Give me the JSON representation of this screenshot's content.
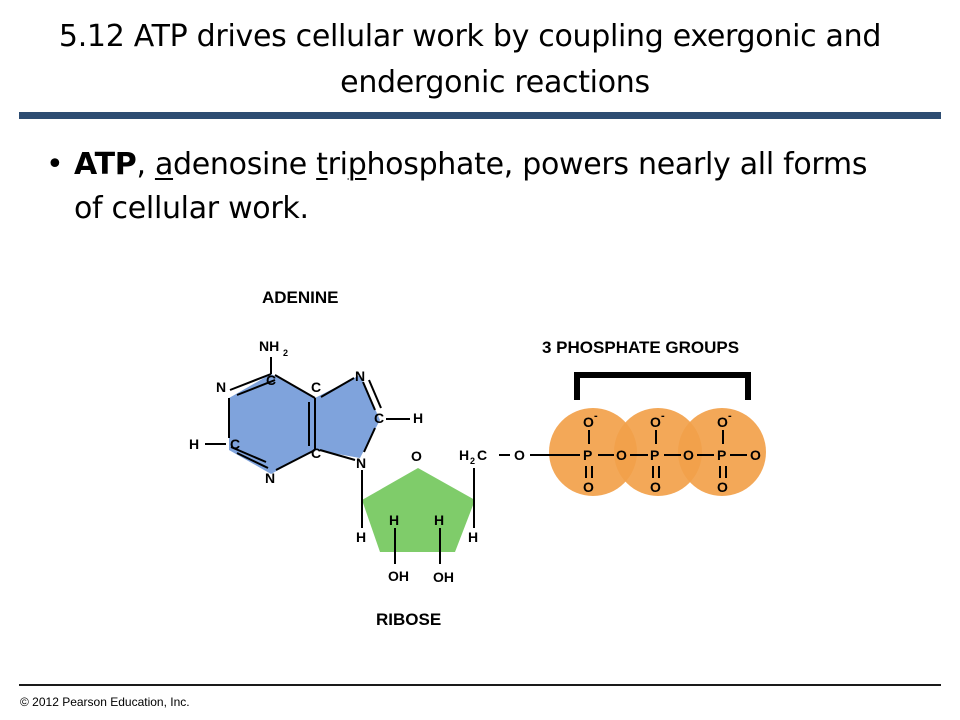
{
  "slide": {
    "title_line1": "5.12 ATP drives cellular work by coupling exergonic and",
    "title_line2": "endergonic reactions",
    "bullet": {
      "marker": "•",
      "atp": "ATP",
      "comma": ", ",
      "w1_a": "a",
      "w1_rest": "denosine ",
      "w2_pre": "",
      "w2_t": "t",
      "w2_mid": "ri",
      "w2_p": "p",
      "w2_rest": "hosphate, powers nearly all forms of cellular work."
    },
    "copyright": "© 2012 Pearson Education, Inc."
  },
  "diagram": {
    "labels": {
      "adenine": "ADENINE",
      "ribose": "RIBOSE",
      "phosphates": "3 PHOSPHATE GROUPS"
    },
    "atoms": {
      "N": "N",
      "C": "C",
      "H": "H",
      "O": "O",
      "P": "P",
      "NH": "NH",
      "sub2": "2",
      "H2C_H": "H",
      "H2C_C": "C",
      "OH": "OH",
      "Ominus_O": "O",
      "minus": "-"
    },
    "colors": {
      "adenine": "#7fa3dc",
      "ribose": "#7fcc6a",
      "phosphate": "#f2a14a",
      "title_rule": "#2e4d72"
    }
  }
}
